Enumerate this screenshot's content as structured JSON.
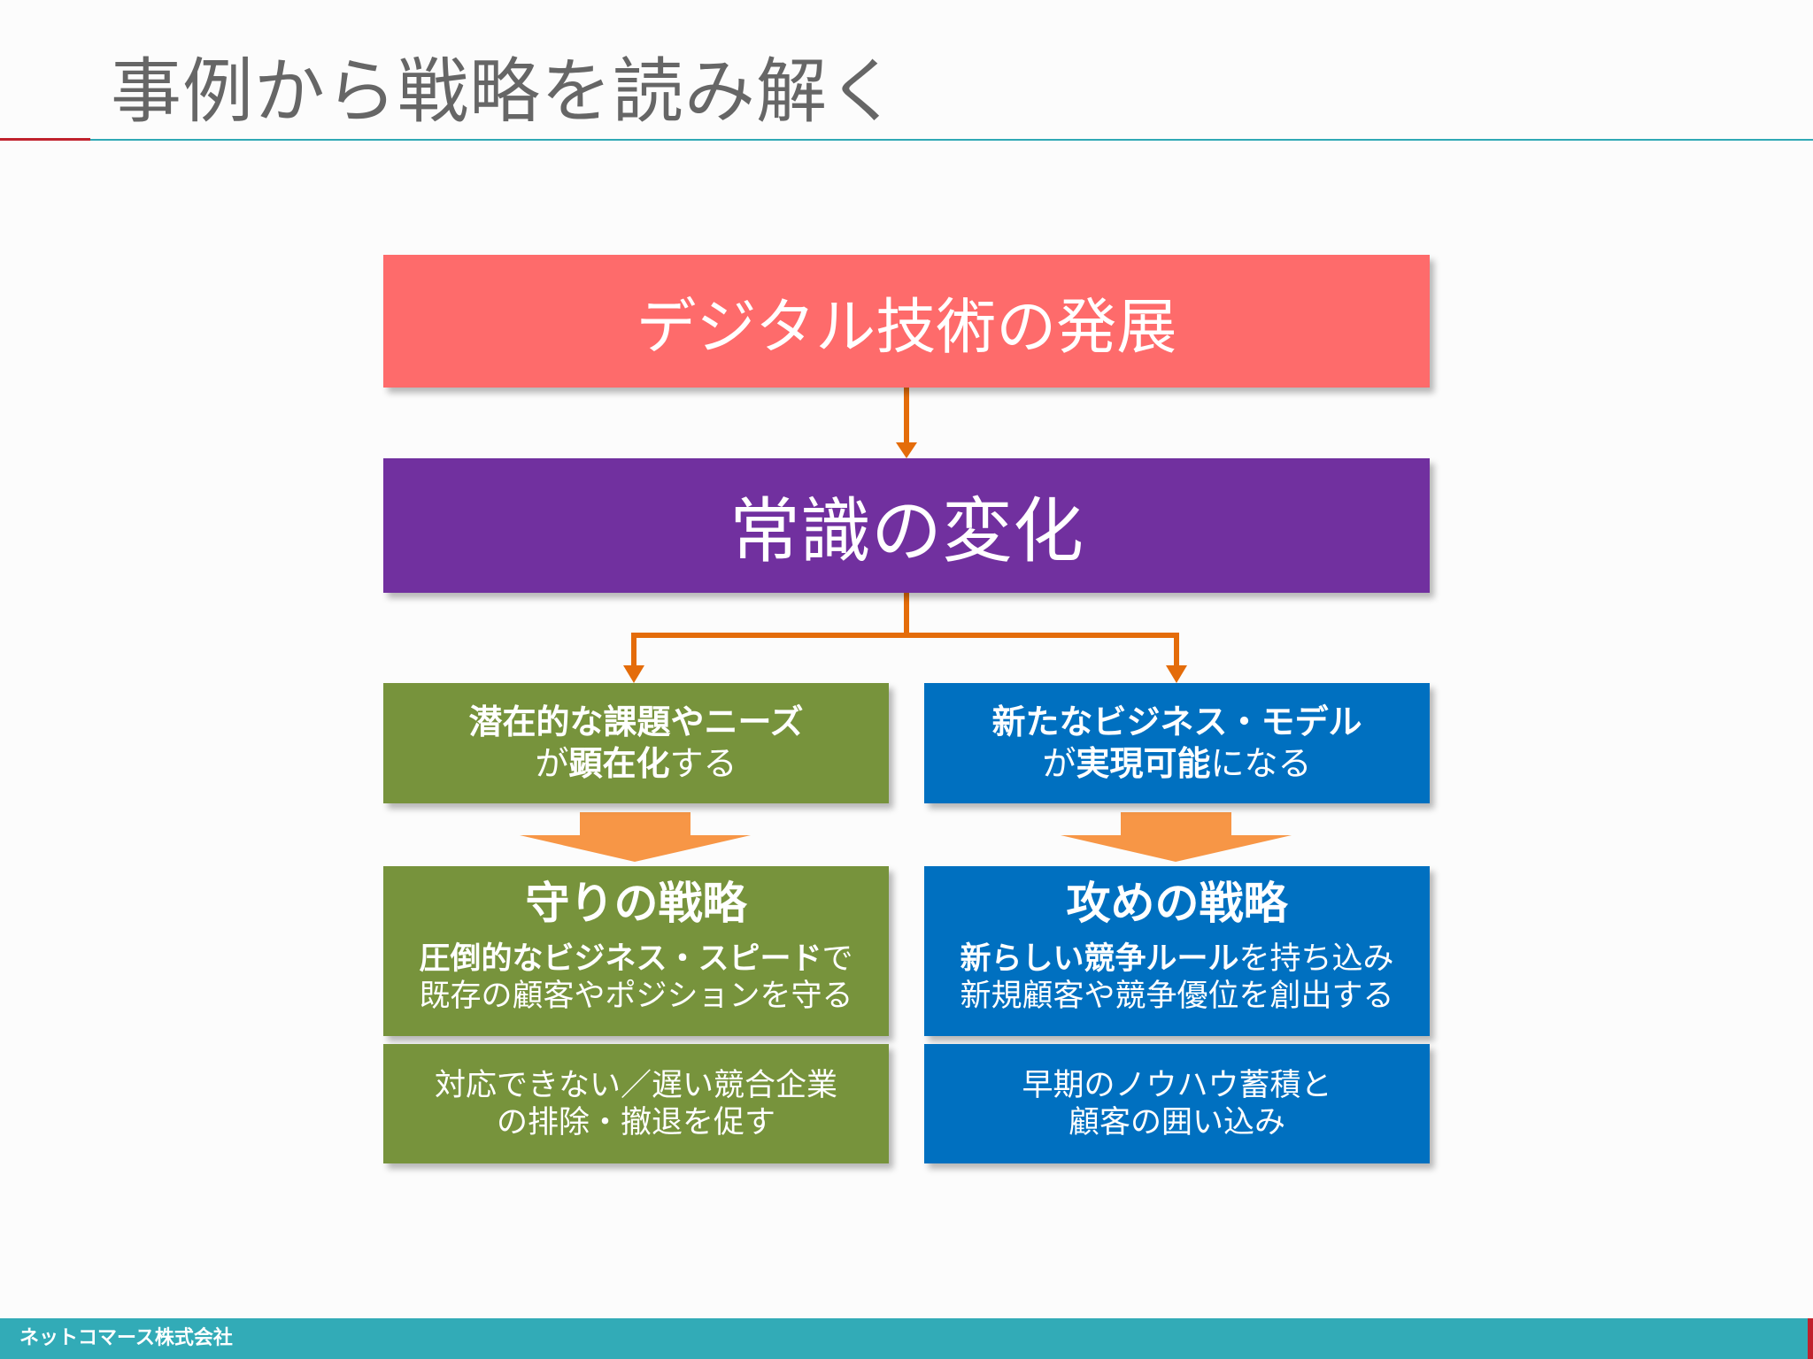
{
  "page": {
    "title": "事例から戦略を読み解く",
    "company": "ネットコマース株式会社"
  },
  "colors": {
    "title_text": "#666666",
    "accent_red": "#c0222d",
    "accent_teal": "#2fa9b5",
    "top_box": "#fe6b6b",
    "mid_box": "#71309f",
    "left_column": "#77933c",
    "right_column": "#0070c0",
    "connector": "#e46c0a",
    "block_arrow": "#f79646"
  },
  "diagram": {
    "top": "デジタル技術の発展",
    "middle": "常識の変化",
    "left": {
      "cause_line1": "潜在的な課題やニーズ",
      "cause_line2_pre": "が",
      "cause_line2_bold": "顕在化",
      "cause_line2_post": "する",
      "strategy_title": "守りの戦略",
      "strategy_line1_bold": "圧倒的なビジネス・スピード",
      "strategy_line1_post": "で",
      "strategy_line2": "既存の顧客やポジションを守る",
      "result_line1": "対応できない／遅い競合企業",
      "result_line2": "の排除・撤退を促す"
    },
    "right": {
      "cause_line1": "新たなビジネス・モデル",
      "cause_line2_pre": "が",
      "cause_line2_bold": "実現可能",
      "cause_line2_post": "になる",
      "strategy_title": "攻めの戦略",
      "strategy_line1_bold": "新らしい競争ルール",
      "strategy_line1_post": "を持ち込み",
      "strategy_line2": "新規顧客や競争優位を創出する",
      "result_line1": "早期のノウハウ蓄積と",
      "result_line2": "顧客の囲い込み"
    }
  }
}
